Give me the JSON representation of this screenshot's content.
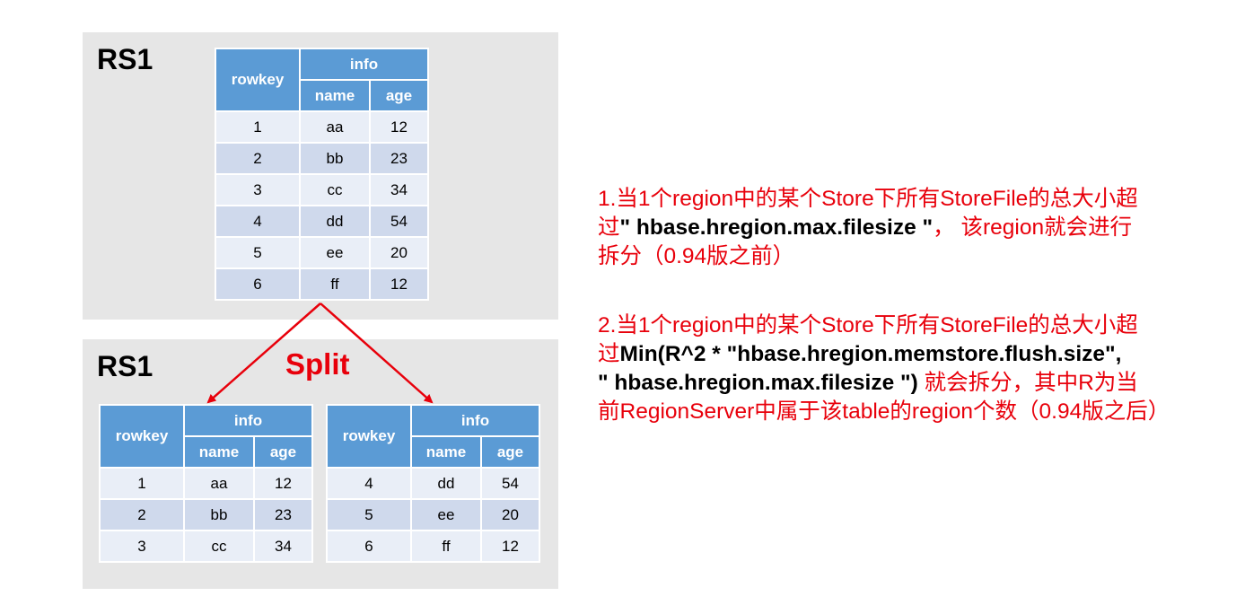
{
  "panel_top": {
    "title": "RS1"
  },
  "panel_bottom": {
    "title": "RS1"
  },
  "split_label": "Split",
  "tables": [
    {
      "id": "original",
      "headers": {
        "rowkey": "rowkey",
        "family": "info",
        "col1": "name",
        "col2": "age"
      },
      "rows": [
        [
          "1",
          "aa",
          "12"
        ],
        [
          "2",
          "bb",
          "23"
        ],
        [
          "3",
          "cc",
          "34"
        ],
        [
          "4",
          "dd",
          "54"
        ],
        [
          "5",
          "ee",
          "20"
        ],
        [
          "6",
          "ff",
          "12"
        ]
      ]
    },
    {
      "id": "split-left",
      "headers": {
        "rowkey": "rowkey",
        "family": "info",
        "col1": "name",
        "col2": "age"
      },
      "rows": [
        [
          "1",
          "aa",
          "12"
        ],
        [
          "2",
          "bb",
          "23"
        ],
        [
          "3",
          "cc",
          "34"
        ]
      ]
    },
    {
      "id": "split-right",
      "headers": {
        "rowkey": "rowkey",
        "family": "info",
        "col1": "name",
        "col2": "age"
      },
      "rows": [
        [
          "4",
          "dd",
          "54"
        ],
        [
          "5",
          "ee",
          "20"
        ],
        [
          "6",
          "ff",
          "12"
        ]
      ]
    }
  ],
  "notes": {
    "note1": {
      "line1": "1.当1个region中的某个Store下所有StoreFile的总大小超",
      "line2_prefix": "过",
      "line2_bold": "\" hbase.hregion.max.filesize \"",
      "line2_suffix": "， 该region就会进行",
      "line3": "拆分（0.94版之前）"
    },
    "note2": {
      "line1": "2.当1个region中的某个Store下所有StoreFile的总大小超",
      "line2_prefix": "过",
      "line2_bold": "Min(R^2 * \"hbase.hregion.memstore.flush.size\",",
      "line3_bold": "\" hbase.hregion.max.filesize \")",
      "line3_suffix": " 就会拆分，其中R为当",
      "line4": "前RegionServer中属于该table的region个数（0.94版之后）"
    }
  },
  "colors": {
    "header_blue": "#5b9bd5",
    "row_light": "#e9eef7",
    "row_dark": "#cfd9ec",
    "panel_gray": "#e6e6e6",
    "accent_red": "#e8000b"
  }
}
